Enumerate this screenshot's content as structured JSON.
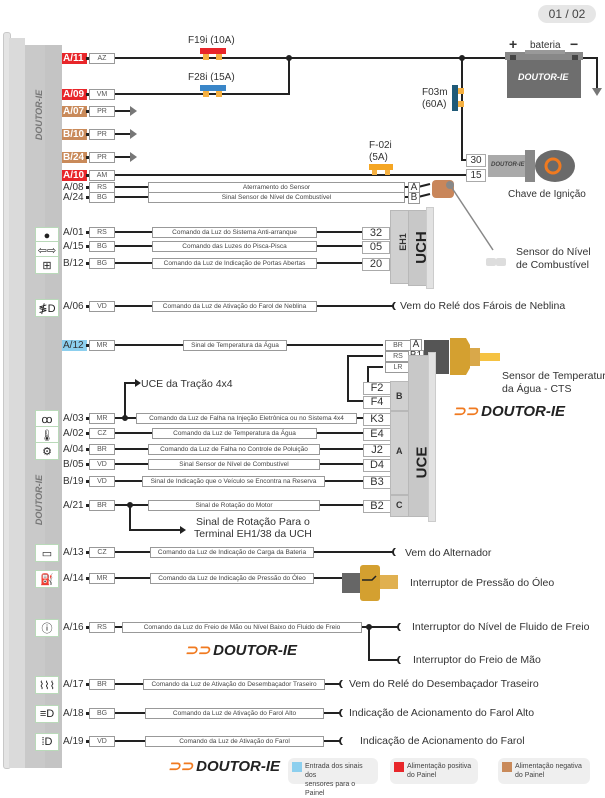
{
  "page_indicator": "01 / 02",
  "panel": {
    "title": "PAINEL DE INSTRUMENTOS",
    "brand": "DOUTOR-IE"
  },
  "power": {
    "fuses": [
      {
        "id": "F19i (10A)",
        "color": "#e8262a"
      },
      {
        "id": "F28i (15A)",
        "color": "#3a86c8"
      },
      {
        "id_line1": "F03m",
        "id_line2": "(60A)",
        "color": "#1f5a78"
      },
      {
        "id_line1": "F-02i",
        "id_line2": "(5A)",
        "color": "#f5a623"
      }
    ],
    "battery": {
      "label": "bateria",
      "plus": "+",
      "minus": "−",
      "brand": "DOUTOR-IE"
    },
    "ignition": {
      "label": "Chave de Ignição",
      "brand": "DOUTOR-IE",
      "terminals": [
        "30",
        "15"
      ]
    }
  },
  "pins": [
    {
      "pin": "A/11",
      "code": "AZ",
      "style": "red"
    },
    {
      "pin": "A/09",
      "code": "VM",
      "style": "red"
    },
    {
      "pin": "A/07",
      "code": "PR",
      "style": "brown"
    },
    {
      "pin": "B/10",
      "code": "PR",
      "style": "brown"
    },
    {
      "pin": "B/24",
      "code": "PR",
      "style": "brown"
    },
    {
      "pin": "A/10",
      "code": "AM",
      "style": "red"
    },
    {
      "pin": "A/08",
      "code": "RS",
      "style": "plain",
      "desc": "Aterramento do Sensor",
      "term": "A"
    },
    {
      "pin": "A/24",
      "code": "BG",
      "style": "plain",
      "desc": "Sinal Sensor de Nível de Combustível",
      "term": "B"
    },
    {
      "pin": "A/01",
      "code": "RS",
      "style": "plain",
      "icon": "immobilizer-icon",
      "desc": "Comando da Luz do Sistema Anti-arranque",
      "term": "32"
    },
    {
      "pin": "A/15",
      "code": "BG",
      "style": "plain",
      "icon": "turn-signal-icon",
      "desc": "Comando das Luzes do Pisca-Pisca",
      "term": "05"
    },
    {
      "pin": "B/12",
      "code": "BG",
      "style": "plain",
      "icon": "door-open-icon",
      "desc": "Comando da Luz de Indicação de Portas Abertas",
      "term": "20"
    },
    {
      "pin": "A/06",
      "code": "VD",
      "style": "plain",
      "icon": "fog-light-icon",
      "desc": "Comando da Luz de Ativação do Farol de Neblina",
      "dest": "Vem do Relé dos Fárois de Neblina"
    },
    {
      "pin": "A/12",
      "code": "MR",
      "style": "blue",
      "desc": "Sinal de Temperatura da Água"
    },
    {
      "pin": "A/03",
      "code": "MR",
      "style": "plain",
      "icon": "glow-plug-icon",
      "desc": "Comando da Luz de Falha na Injeção Eletrônica ou no Sistema 4x4",
      "term": "K3"
    },
    {
      "pin": "A/02",
      "code": "CZ",
      "style": "plain",
      "icon": "coolant-temp-icon",
      "desc": "Comando da Luz de Temperatura da Água",
      "term": "E4"
    },
    {
      "pin": "A/04",
      "code": "BR",
      "style": "plain",
      "icon": "check-engine-icon",
      "desc": "Comando da Luz de Falha no Controle de Poluição",
      "term": "J2"
    },
    {
      "pin": "B/05",
      "code": "VD",
      "style": "plain",
      "desc": "Sinal Sensor de Nível de Combustível",
      "term": "D4"
    },
    {
      "pin": "B/19",
      "code": "VD",
      "style": "plain",
      "desc": "Sinal de Indicação que o Veículo se Encontra na Reserva",
      "term": "B3"
    },
    {
      "pin": "A/21",
      "code": "BR",
      "style": "plain",
      "desc": "Sinal de Rotação do Motor",
      "term": "B2"
    },
    {
      "pin": "A/13",
      "code": "CZ",
      "style": "plain",
      "icon": "battery-icon",
      "desc": "Comando da Luz de Indicação de Carga da Bateria",
      "dest": "Vem do Alternador"
    },
    {
      "pin": "A/14",
      "code": "MR",
      "style": "plain",
      "icon": "oil-pressure-icon",
      "desc": "Comando da Luz de Indicação de Pressão do Óleo",
      "dest": "Interruptor de Pressão do Óleo"
    },
    {
      "pin": "A/16",
      "code": "RS",
      "style": "plain",
      "icon": "brake-warning-icon",
      "desc": "Comando da Luz do Freio de Mão ou Nível Baixo do Fluido de Freio"
    },
    {
      "pin": "A/17",
      "code": "BR",
      "style": "plain",
      "icon": "rear-defrost-icon",
      "desc": "Comando da Luz de Ativação do Desembaçador Traseiro",
      "dest": "Vem do Relé do Desembaçador Traseiro"
    },
    {
      "pin": "A/18",
      "code": "BG",
      "style": "plain",
      "icon": "high-beam-icon",
      "desc": "Comando da Luz de Ativação do Farol Alto",
      "dest": "Indicação de Acionamento do Farol Alto"
    },
    {
      "pin": "A/19",
      "code": "VD",
      "style": "plain",
      "icon": "low-beam-icon",
      "desc": "Comando da Luz de Ativação do Farol",
      "dest": "Indicação de Acionamento do Farol"
    }
  ],
  "modules": {
    "uch": {
      "name": "UCH",
      "connector": "EH1"
    },
    "uce": {
      "name": "UCE",
      "connectors": [
        "B",
        "A",
        "C"
      ],
      "b_terms": [
        "F2",
        "F4"
      ]
    }
  },
  "fuel_sensor": {
    "label_line1": "Sensor do Nível",
    "label_line2": "de Combustível"
  },
  "cts": {
    "label_line1": "Sensor de Temperatura",
    "label_line2": "da Água - CTS",
    "pins": [
      {
        "code": "BR",
        "term": "A"
      },
      {
        "code": "RS",
        "term": "B1"
      },
      {
        "code": "LR",
        "term": "B2"
      }
    ]
  },
  "notes": {
    "uce_4x4": "UCE da Tração 4x4",
    "rpm_line1": "Sinal de Rotação Para o",
    "rpm_line2": "Terminal EH1/38 da UCH",
    "brake_fluid": "Interruptor do Nível de Fluido de Freio",
    "handbrake": "Interruptor do Freio de Mão"
  },
  "brand": "DOUTOR-IE",
  "legend": [
    {
      "color": "#8ccfee",
      "line1": "Entrada dos sinais dos",
      "line2": "sensores para o Painel"
    },
    {
      "color": "#e8262a",
      "line1": "Alimentação positiva",
      "line2": "do Painel"
    },
    {
      "color": "#c98a5a",
      "line1": "Alimentação negativa",
      "line2": "do Painel"
    }
  ]
}
